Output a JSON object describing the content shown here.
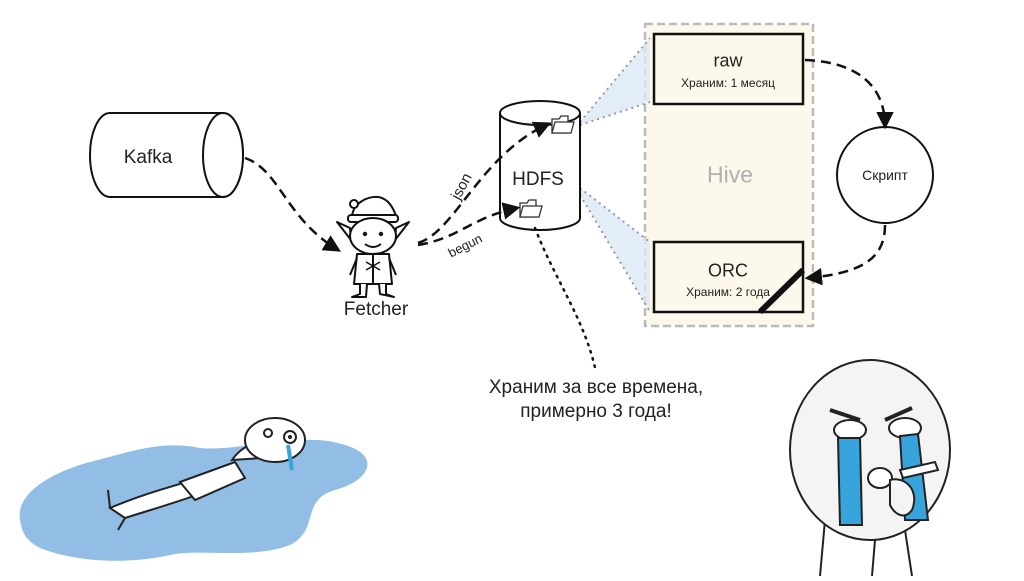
{
  "nodes": {
    "kafka": "Kafka",
    "fetcher": "Fetcher",
    "hdfs": "HDFS",
    "hive": "Hive",
    "raw_title": "raw",
    "raw_retention": "Храним: 1 месяц",
    "orc_title": "ORC",
    "orc_retention": "Храним: 2 года",
    "script": "Скрипт"
  },
  "edges": {
    "json_label": "json",
    "begun_label": "begun"
  },
  "note": {
    "line1": "Храним за все времена,",
    "line2": "примерно 3 года!"
  },
  "colors": {
    "hive_fill": "#fdf8ec",
    "hive_border": "#bbbbbb",
    "table_fill": "#fdf8ec",
    "hive_text": "#b0b0b0",
    "projection": "#dce8f5",
    "puddle": "#7fb3e0",
    "tears": "#37a4dc"
  }
}
